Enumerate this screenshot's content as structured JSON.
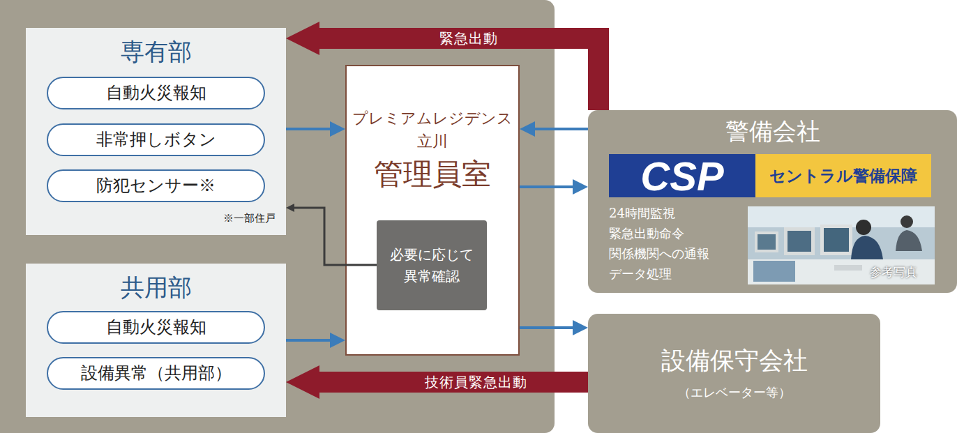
{
  "diagram": {
    "nodes": [
      {
        "text": [
          "専有部",
          "※一部住戸"
        ]
      },
      {
        "text": [
          "自動火災報知"
        ],
        "in": 0
      },
      {
        "text": [
          "非常押しボタン"
        ],
        "in": 0
      },
      {
        "text": [
          "防犯センサー※"
        ],
        "in": 0
      },
      {
        "text": [
          "共用部"
        ]
      },
      {
        "text": [
          "自動火災報知"
        ],
        "in": 4
      },
      {
        "text": [
          "設備異常（共用部）"
        ],
        "in": 4
      },
      {
        "text": [
          "プレミアムレジデンス 立川",
          "管理員室"
        ]
      },
      {
        "text": [
          "必要に応じて 異常確認"
        ],
        "in": 7
      },
      {
        "text": [
          "警備会社",
          "24時間監視 緊急出動命令 関係機関への通報 データ処理"
        ]
      },
      {
        "text": [
          "設備保守会社",
          "（エレベーター等）"
        ]
      }
    ],
    "edges": [
      {
        "from": 9,
        "to": 0,
        "arrow": "to",
        "label": "緊急出動"
      },
      {
        "from": 0,
        "to": 7,
        "arrow": "to"
      },
      {
        "from": 9,
        "to": 7,
        "arrow": "to"
      },
      {
        "from": 7,
        "to": 9,
        "arrow": "to"
      },
      {
        "from": 8,
        "to": 0,
        "arrow": "to"
      },
      {
        "from": 4,
        "to": 7,
        "arrow": "to"
      },
      {
        "from": 7,
        "to": 10,
        "arrow": "to"
      },
      {
        "from": 10,
        "to": 4,
        "arrow": "to",
        "label": "技術員緊急出動"
      }
    ],
    "labels": [
      "CSP",
      "セントラル警備保障",
      "参考写真"
    ]
  }
}
